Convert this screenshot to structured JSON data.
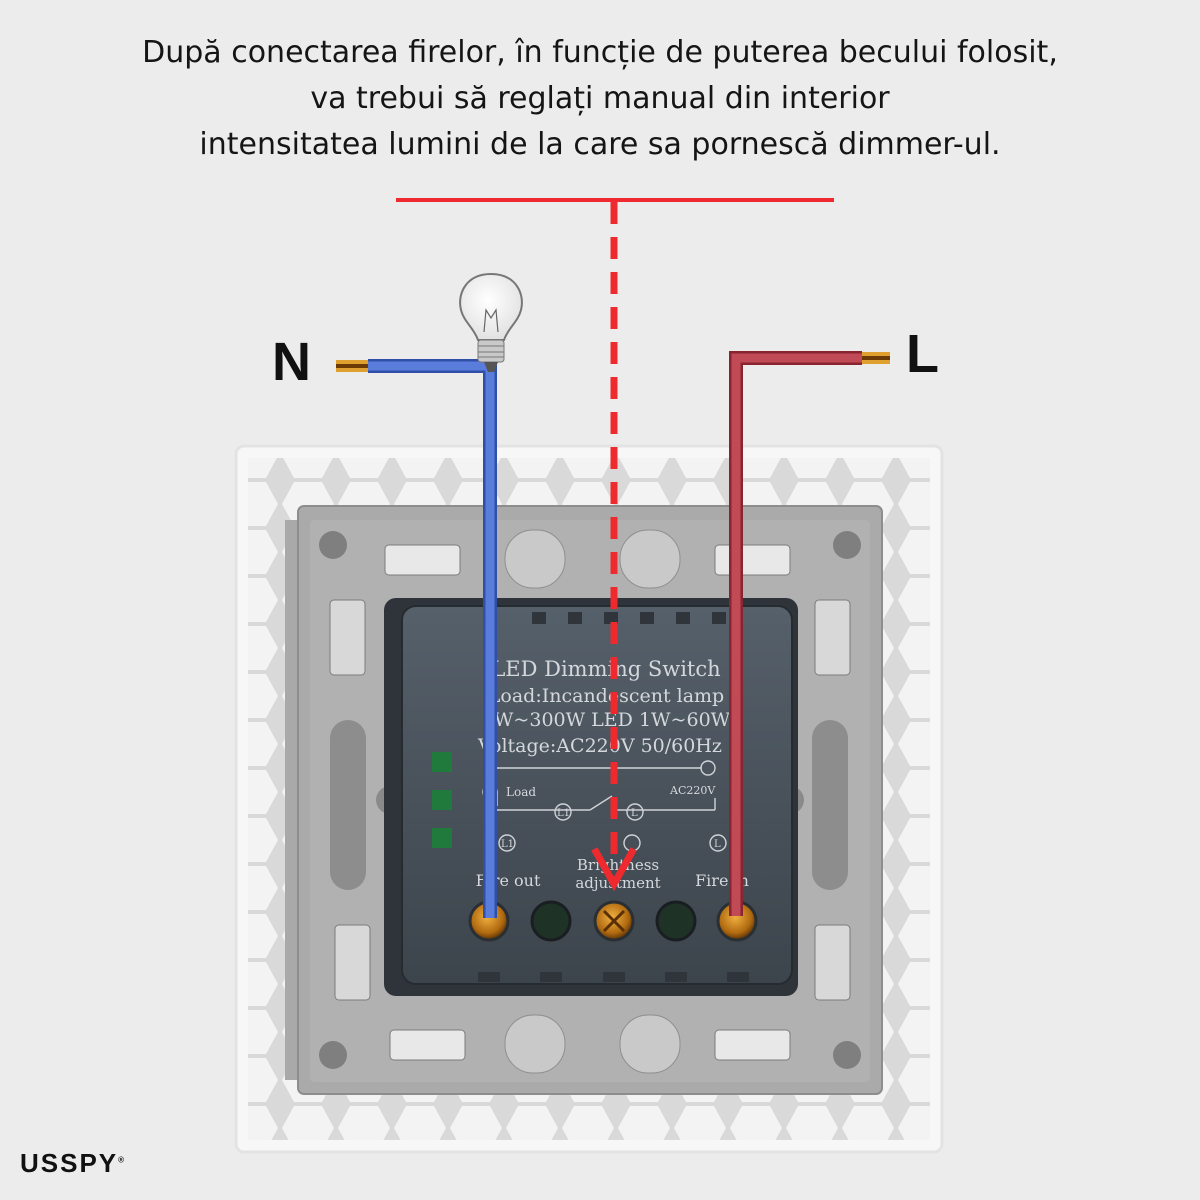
{
  "caption": {
    "line1": "După conectarea firelor, în funcție de puterea becului folosit,",
    "line2": "va trebui să reglați manual din interior",
    "line3": "intensitatea lumini de la care sa pornescă dimmer-ul."
  },
  "wires": {
    "neutral_label": "N",
    "live_label": "L"
  },
  "module": {
    "line1": "LED Dimming Switch",
    "line2": "Load:Incandescent lamp",
    "line3": "1W~300W  LED 1W~60W",
    "line4": "Voltage:AC220V 50/60Hz",
    "load_label": "Load",
    "ac_label": "AC220V",
    "term_l1a": "L1",
    "term_l1b": "L1",
    "term_la": "L",
    "term_lb": "L",
    "bottom_left": "Fire out",
    "bottom_mid1": "Brightness",
    "bottom_mid2": "adjustment",
    "bottom_right": "Fire in"
  },
  "brand": {
    "logo_text": "USSPY",
    "mark": "®"
  },
  "colors": {
    "neutral_wire": "#4a6fd0",
    "live_wire": "#b23a45",
    "pointer": "#ee2a2f",
    "module_body": "#4c555e",
    "frame": "#a8a8a8",
    "background": "#ececec"
  }
}
